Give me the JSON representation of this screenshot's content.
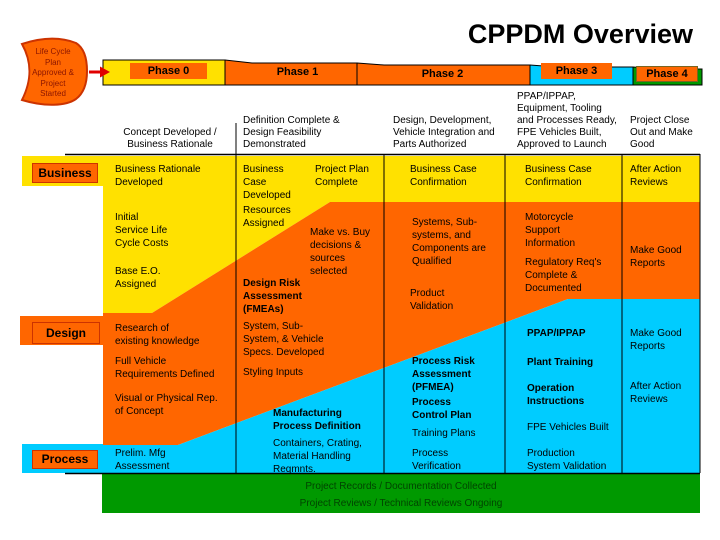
{
  "title": "CPPDM Overview",
  "start_flag": "Life Cycle\nPlan\nApproved &\nProject\nStarted",
  "phase_bar": {
    "labels": [
      "Phase 0",
      "Phase 1",
      "Phase 2",
      "Phase 3",
      "Phase 4"
    ]
  },
  "column_headers": [
    "Concept Developed /\nBusiness Rationale",
    "Definition Complete &\nDesign Feasibility\nDemonstrated",
    "Design, Development,\nVehicle Integration and\nParts Authorized",
    "PPAP/IPPAP,\nEquipment, Tooling\nand Processes Ready,\nFPE Vehicles Built,\nApproved to Launch",
    "Project Close\nOut and Make\nGood"
  ],
  "row_labels": [
    "Business",
    "Design",
    "Process"
  ],
  "cells": {
    "p0_c1": "Business Rationale\nDeveloped",
    "p0_c2": "Initial\nService Life\nCycle Costs",
    "p0_c3": "Base E.O.\nAssigned",
    "p0_c4": "Research of\nexisting knowledge",
    "p0_c5": "Full Vehicle\nRequirements Defined",
    "p0_c6": "Visual or Physical Rep.\nof Concept",
    "p0_c7": "Prelim. Mfg\nAssessment",
    "p1_c1": "Business\nCase\nDeveloped",
    "p1_c2": "Project Plan\nComplete",
    "p1_c3": "Resources\nAssigned",
    "p1_c4": "Make vs. Buy\ndecisions &\nsources\nselected",
    "p1_c5": "Design Risk\nAssessment\n(FMEAs)",
    "p1_c6": "System, Sub-\nSystem, & Vehicle\nSpecs. Developed",
    "p1_c7": "Styling Inputs",
    "p1_c8": "Manufacturing\nProcess Definition",
    "p1_c9": "Containers, Crating,\nMaterial Handling\nReqmnts.",
    "p2_c1": "Business Case\nConfirmation",
    "p2_c2": "Systems, Sub-\nsystems, and\nComponents are\nQualified",
    "p2_c3": "Product\nValidation",
    "p2_c4": "Process Risk\nAssessment\n(PFMEA)",
    "p2_c5": "Process\nControl Plan",
    "p2_c6": "Training Plans",
    "p2_c7": "Process\nVerification",
    "p3_c1": "Business Case\nConfirmation",
    "p3_c2": "Motorcycle\nSupport\nInformation",
    "p3_c3": "Regulatory Req's\nComplete &\nDocumented",
    "p3_c4": "PPAP/IPPAP",
    "p3_c5": "Plant Training",
    "p3_c6": "Operation\nInstructions",
    "p3_c7": "FPE Vehicles Built",
    "p3_c8": "Production\nSystem Validation",
    "p4_c1": "After Action\nReviews",
    "p4_c2": "Make Good\nReports",
    "p4_c3": "Make Good\nReports",
    "p4_c4": "After Action\nReviews"
  },
  "footer": [
    "Project Records / Documentation Collected",
    "Project Reviews / Technical Reviews Ongoing"
  ],
  "colors": {
    "yellow": "#FFE100",
    "orange": "#FF6600",
    "cyan": "#00CCFF",
    "green": "#009900",
    "flag_border": "#CC3300",
    "flag_text": "#8B1500",
    "arrow_red": "#E00000"
  }
}
